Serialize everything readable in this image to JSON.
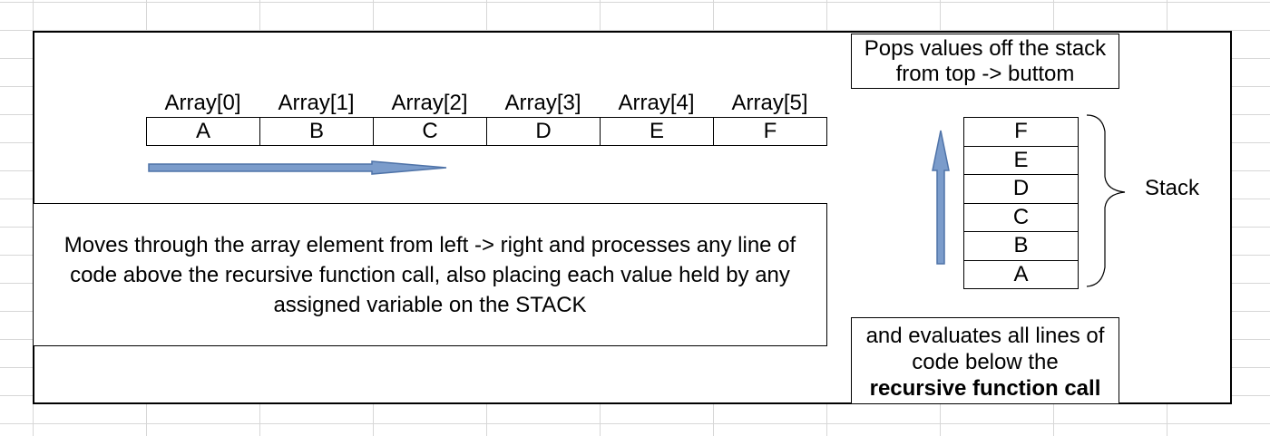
{
  "array": {
    "headers": [
      "Array[0]",
      "Array[1]",
      "Array[2]",
      "Array[3]",
      "Array[4]",
      "Array[5]"
    ],
    "values": [
      "A",
      "B",
      "C",
      "D",
      "E",
      "F"
    ]
  },
  "description": "Moves through the array element from left -> right and processes any line of code above the recursive function call, also placing each value held by any assigned variable on the STACK",
  "pop_note": {
    "line1": "Pops values off the stack",
    "line2": "from top -> buttom"
  },
  "stack": {
    "label": "Stack",
    "items": [
      "F",
      "E",
      "D",
      "C",
      "B",
      "A"
    ]
  },
  "eval_note": {
    "line1": "and evaluates all lines of",
    "line2": "code below the",
    "line3": "recursive function call"
  },
  "colors": {
    "arrow_fill": "#7b9ccb",
    "arrow_stroke": "#4f73a8",
    "border": "#000000",
    "grid": "#d7d7d7"
  }
}
